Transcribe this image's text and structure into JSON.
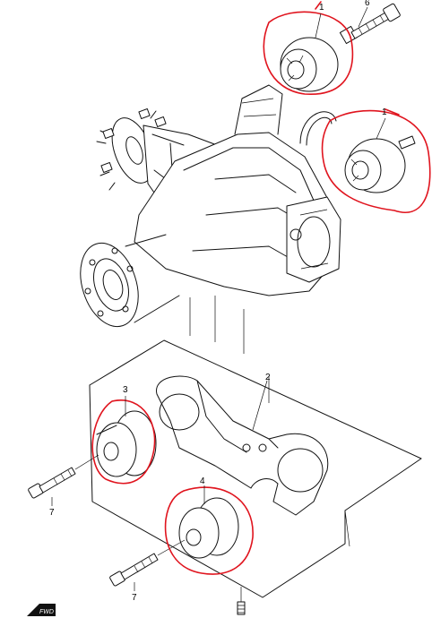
{
  "diagram": {
    "part_labels": [
      {
        "id": "label-1-top",
        "text": "1"
      },
      {
        "id": "label-6",
        "text": "6"
      },
      {
        "id": "label-1-right",
        "text": "1"
      },
      {
        "id": "label-2",
        "text": "2"
      },
      {
        "id": "label-3",
        "text": "3"
      },
      {
        "id": "label-4",
        "text": "4"
      },
      {
        "id": "label-7-left",
        "text": "7"
      },
      {
        "id": "label-7-bottom",
        "text": "7"
      }
    ],
    "direction_marker": "FWD",
    "highlight_color": "#e0141e"
  }
}
